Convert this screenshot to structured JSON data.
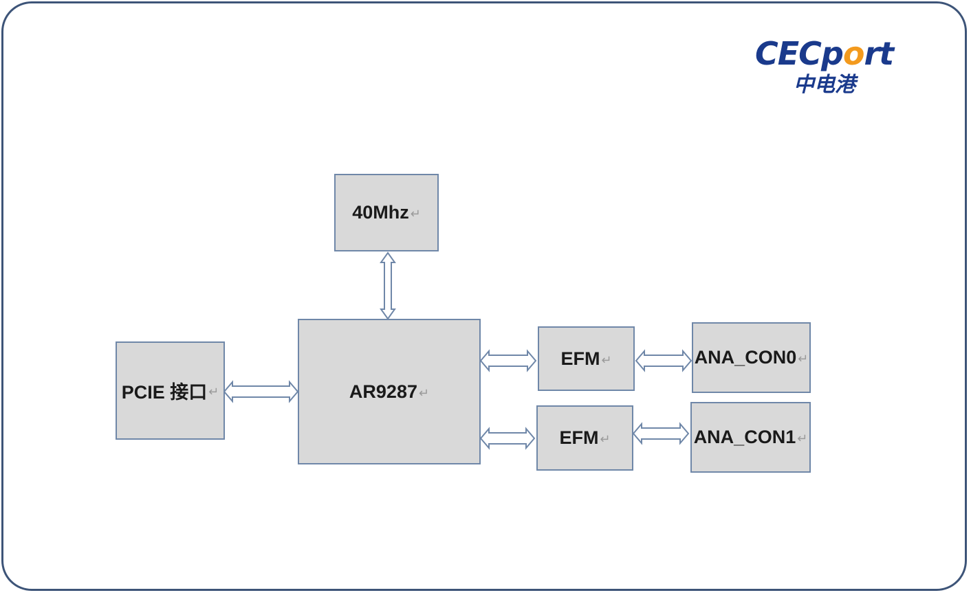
{
  "logo": {
    "brand_prefix": "CEC",
    "brand_p": "p",
    "brand_o": "o",
    "brand_suffix": "rt",
    "chinese": "中电港",
    "color_primary": "#1a3a8c",
    "color_accent": "#f39a1d"
  },
  "blocks": {
    "clock": "40Mhz",
    "pcie": "PCIE 接口",
    "chip": "AR9287",
    "efm0": "EFM",
    "efm1": "EFM",
    "ana0": "ANA_CON0",
    "ana1": "ANA_CON1"
  },
  "return_mark": "↵",
  "colors": {
    "block_fill": "#d9d9d9",
    "block_border": "#6f87a8",
    "arrow_stroke": "#6f87a8",
    "frame_border": "#3d5478"
  }
}
